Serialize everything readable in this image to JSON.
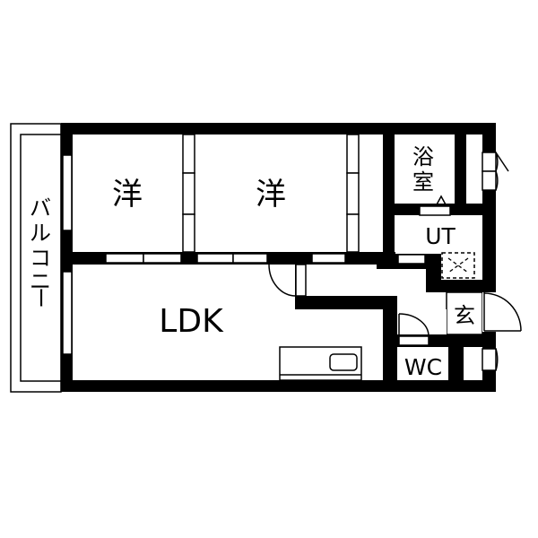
{
  "floor_plan": {
    "rooms": {
      "western_room_1": "洋",
      "western_room_2": "洋",
      "ldk": "LDK",
      "bath_line1": "浴",
      "bath_line2": "室",
      "utility": "UT",
      "entrance": "玄",
      "toilet": "WC",
      "balcony": [
        "バ",
        "ル",
        "コ",
        "ニ",
        "ー"
      ]
    },
    "colors": {
      "wall": "#000000",
      "background": "#ffffff"
    }
  }
}
